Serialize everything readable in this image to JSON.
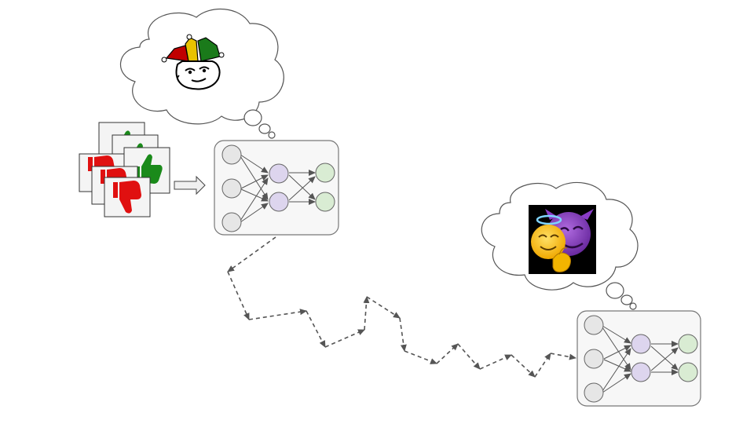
{
  "diagram": {
    "initial_thought": {
      "icon": "jester-face-icon"
    },
    "feedback_cards": [
      {
        "icon": "thumbs-up-icon",
        "color": "#1a8a1a"
      },
      {
        "icon": "thumbs-up-icon",
        "color": "#1a8a1a"
      },
      {
        "icon": "thumbs-up-icon",
        "color": "#1a8a1a"
      },
      {
        "icon": "thumbs-down-icon",
        "color": "#e01010"
      },
      {
        "icon": "thumbs-down-icon",
        "color": "#e01010"
      },
      {
        "icon": "thumbs-down-icon",
        "color": "#e01010"
      }
    ],
    "arrow_icon": "right-arrow-icon",
    "network": {
      "layers": [
        3,
        2,
        2
      ],
      "colors": {
        "input": "#e6e6e6",
        "hidden": "#ddd5ee",
        "output": "#d9ecd3"
      }
    },
    "final_thought": {
      "icon": "angel-and-devil-emoji-icon",
      "background": "#000000"
    },
    "path_style": "dashed-zigzag-arrows"
  }
}
